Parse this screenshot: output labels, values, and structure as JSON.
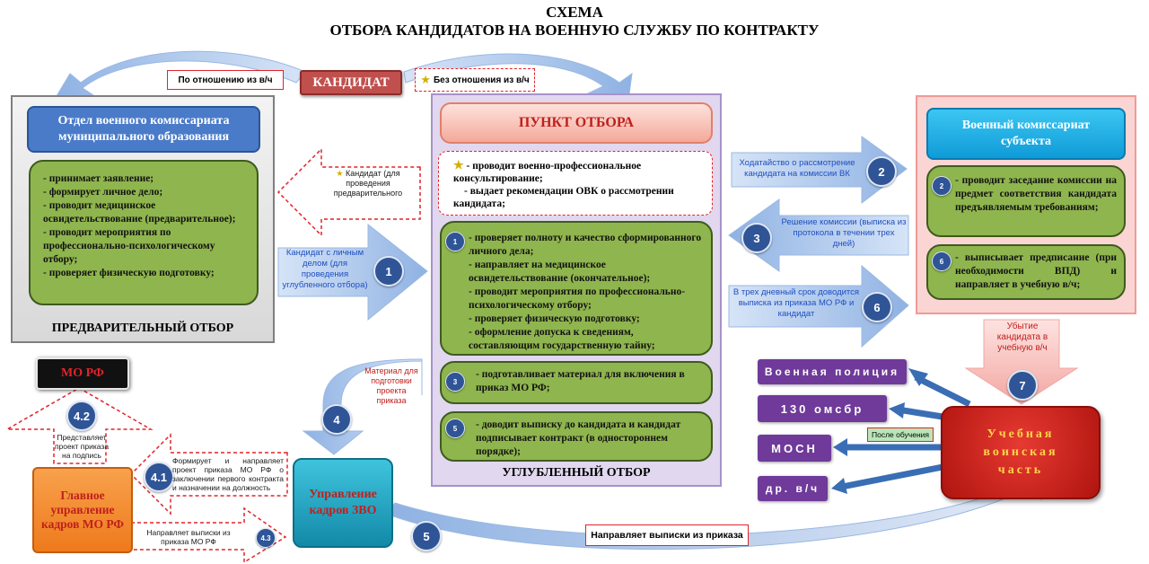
{
  "title": {
    "line1": "СХЕМА",
    "line2": "ОТБОРА КАНДИДАТОВ НА ВОЕННУЮ СЛУЖБУ ПО КОНТРАКТУ"
  },
  "top": {
    "candidate": "КАНДИДАТ",
    "with_unit": "По отношению из в/ч",
    "without_unit": "Без отношения из в/ч"
  },
  "left_panel": {
    "header": "Отдел военного комиссариата муниципального образования",
    "items": [
      "- принимает заявление;",
      "- формирует личное дело;",
      "- проводит медицинское освидетельствование (предварительное);",
      "- проводит мероприятия по профессионально-психологическому отбору;",
      "- проверяет физическую подготовку;"
    ],
    "footer": "ПРЕДВАРИТЕЛЬНЫЙ ОТБОР"
  },
  "center_panel": {
    "header": "ПУНКТ ОТБОРА",
    "star_items": [
      "- проводит военно-профессиональное консультирование;",
      "- выдает рекомендации ОВК о рассмотрении кандидата;"
    ],
    "block1_badge": "1",
    "block1": [
      "- проверяет полноту и качество сформированного личного дела;",
      "- направляет на медицинское освидетельствование (окончательное);",
      "- проводит мероприятия по профессионально-психологическому отбору;",
      "- проверяет физическую подготовку;",
      "- оформление допуска к сведениям, составляющим государственную тайну;"
    ],
    "block3_badge": "3",
    "block3": "- подготавливает материал для включения в приказ МО РФ;",
    "block5_badge": "5",
    "block5": "- доводит выписку до кандидата и кандидат подписывает контракт (в одностороннем порядке);",
    "footer": "УГЛУБЛЕННЫЙ ОТБОР"
  },
  "right_panel": {
    "header": "Военный комиссариат субъекта",
    "block2_badge": "2",
    "block2": "- проводит заседание комиссии на предмет соответствия кандидата предъявляемым требованиям;",
    "block6_badge": "6",
    "block6": "- выписывает предписание (при необходимости ВПД) и направляет в учебную в/ч;"
  },
  "arrows": {
    "a_back": "Кандидат (для проведения предварительного",
    "a1": "Кандидат с личным делом (для проведения углубленного отбора)",
    "a1_num": "1",
    "a2": "Ходатайство о рассмотрение кандидата на комиссии ВК",
    "a2_num": "2",
    "a3": "Решение комиссии (выписка из протокола в течении трех дней)",
    "a3_num": "3",
    "a6": "В трех дневный срок доводится выписка из приказа МО РФ и кандидат",
    "a6_num": "6",
    "a4": "Материал для подготовки проекта приказа",
    "a4_num": "4",
    "a7": "Убытие кандидата в учебную в/ч",
    "a7_num": "7",
    "a42": "Представляет проект приказа на подпись",
    "a42_num": "4.2",
    "a41": "Формирует и направляет проект приказа МО РФ о заключении первого контракта и назначении на должность",
    "a41_num": "4.1",
    "a43": "Направляет выписки из приказа МО РФ",
    "a43_num": "4.3",
    "a5_num": "5",
    "a5": "Направляет выписки из приказа"
  },
  "bottom": {
    "mo_rf": "МО РФ",
    "gu_kadrov": "Главное управление кадров МО РФ",
    "zvo": "Управление кадров ЗВО",
    "training_unit": "Учебная воинская часть",
    "after_training": "После обучения",
    "destinations": [
      "Военная полиция",
      "130 омсбр",
      "МОСН",
      "др. в/ч"
    ]
  },
  "colors": {
    "blue_arrow": "#a9c4ea",
    "green": "#8fb54e",
    "header_blue": "#4a7bc8",
    "badge_blue": "#2f5597",
    "purple": "#6f3a9a",
    "candidate_red": "#c0504d",
    "unit_red": "#c0201c"
  }
}
